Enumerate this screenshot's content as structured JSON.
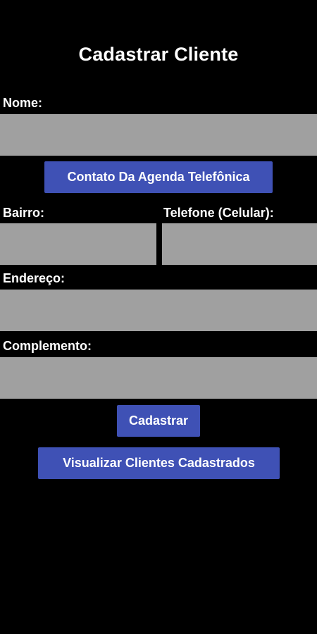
{
  "screen": {
    "title": "Cadastrar Cliente"
  },
  "form": {
    "nome": {
      "label": "Nome:",
      "value": "",
      "placeholder": ""
    },
    "bairro": {
      "label": "Bairro:",
      "value": "",
      "placeholder": ""
    },
    "telefone": {
      "label": "Telefone (Celular):",
      "value": "",
      "placeholder": ""
    },
    "endereco": {
      "label": "Endereço:",
      "value": "",
      "placeholder": ""
    },
    "complemento": {
      "label": "Complemento:",
      "value": "",
      "placeholder": ""
    }
  },
  "buttons": {
    "contato_agenda": "Contato Da Agenda Telefônica",
    "cadastrar": "Cadastrar",
    "visualizar": "Visualizar Clientes Cadastrados"
  },
  "colors": {
    "background": "#000000",
    "field": "#a0a0a0",
    "button": "#3f51b5",
    "text": "#ffffff"
  }
}
